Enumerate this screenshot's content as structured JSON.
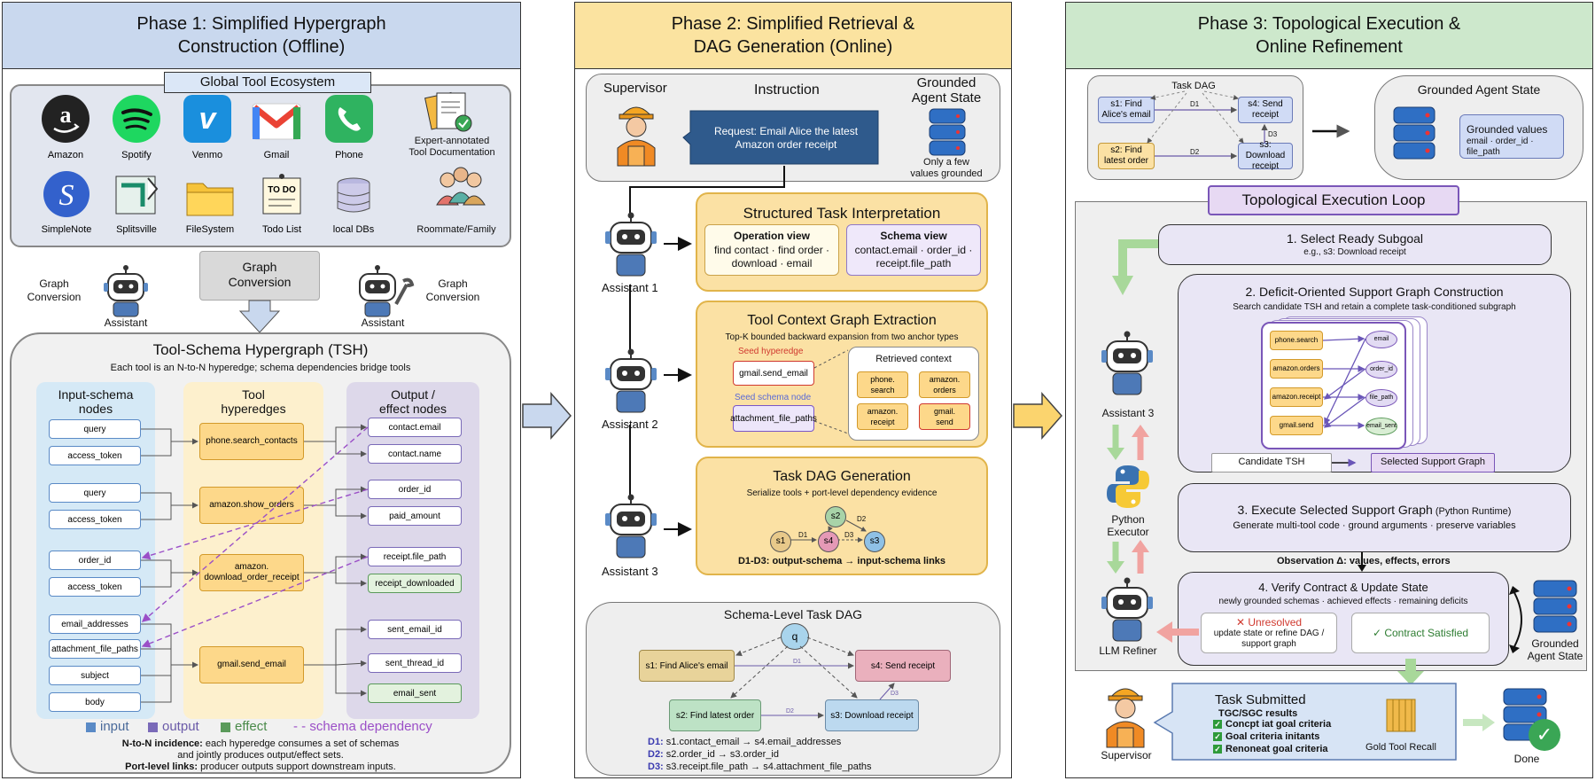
{
  "phase1": {
    "title": "Phase 1: Simplified Hypergraph\nConstruction (Offline)",
    "ecosystem_title": "Global Tool Ecosystem",
    "apps": [
      "Amazon",
      "Spotify",
      "Venmo",
      "Gmail",
      "Phone",
      "SimpleNote",
      "Splitsville",
      "FileSystem",
      "Todo List",
      "local DBs"
    ],
    "docs_label": "Expert-annotated\nTool Documentation",
    "roommate_label": "Roommate/Family",
    "graph_conversion_left": "Graph\nConversion",
    "graph_conversion_center": "Graph\nConversion",
    "graph_conversion_right": "Graph\nConversion",
    "assistant_left": "Assistant",
    "assistant_right": "Assistant",
    "todo_icon_text": "TO DO",
    "tsh_title": "Tool-Schema Hypergraph (TSH)",
    "tsh_sub": "Each tool is an N-to-N hyperedge; schema dependencies bridge tools",
    "col_input": "Input-schema\nnodes",
    "col_tool": "Tool\nhyperedges",
    "col_output": "Output /\neffect nodes",
    "inputs": [
      "query",
      "access_token",
      "query",
      "access_token",
      "order_id",
      "access_token",
      "email_addresses",
      "attachment_file_paths",
      "subject",
      "body"
    ],
    "tools": [
      "phone.search_contacts",
      "amazon.show_orders",
      "amazon.\ndownload_order_receipt",
      "gmail.send_email"
    ],
    "outputs": [
      "contact.email",
      "contact.name",
      "order_id",
      "paid_amount",
      "receipt.file_path",
      "receipt_downloaded",
      "sent_email_id",
      "sent_thread_id",
      "email_sent"
    ],
    "legend": {
      "input": "input",
      "output": "output",
      "effect": "effect",
      "schema": "- - schema dependency"
    },
    "note1_bold": "N-to-N incidence:",
    "note1": " each hyperedge consumes a set of schemas",
    "note1b": "and jointly produces output/effect sets.",
    "note2_bold": "Port-level links:",
    "note2": " producer outputs support downstream inputs."
  },
  "phase2": {
    "title": "Phase 2: Simplified Retrieval &\nDAG Generation (Online)",
    "supervisor": "Supervisor",
    "instruction": "Instruction",
    "request": "Request: Email Alice the latest\nAmazon order receipt",
    "grounded_state": "Grounded\nAgent State",
    "only_few": "Only a few\nvalues grounded",
    "assistant1": "Assistant 1",
    "assistant2": "Assistant 2",
    "assistant3": "Assistant 3",
    "sti_title": "Structured Task Interpretation",
    "op_view": "Operation view",
    "op_view_text": "find contact · find order ·\ndownload · email",
    "schema_view": "Schema view",
    "schema_view_text": "contact.email · order_id ·\nreceipt.file_path",
    "tcg_title": "Tool Context Graph Extraction",
    "tcg_sub": "Top-K bounded backward expansion from two anchor types",
    "seed_hyperedge": "Seed hyperedge",
    "seed_hyperedge_node": "gmail.send_email",
    "seed_schema": "Seed schema node",
    "seed_schema_node": "attachment_file_paths",
    "retrieved": "Retrieved context",
    "retrieved_nodes": [
      "phone.\nsearch",
      "amazon.\norders",
      "amazon.\nreceipt",
      "gmail.\nsend"
    ],
    "dag_title": "Task DAG Generation",
    "dag_sub": "Serialize tools + port-level dependency evidence",
    "dag_nodes": [
      "s2",
      "s1",
      "s4",
      "s3"
    ],
    "dag_edges": [
      "D2",
      "D1",
      "D3"
    ],
    "dag_caption": "D1-D3: output-schema → input-schema links",
    "sl_title": "Schema-Level Task DAG",
    "sl_q": "q",
    "sl_nodes": [
      "s1: Find Alice's email",
      "s4: Send receipt",
      "s2: Find latest order",
      "s3: Download receipt"
    ],
    "sl_edges": [
      "D1",
      "D2",
      "D3"
    ],
    "sl_d1_key": "D1:",
    "sl_d1": " s1.contact_email → s4.email_addresses",
    "sl_d2_key": "D2:",
    "sl_d2": " s2.order_id → s3.order_id",
    "sl_d3_key": "D3:",
    "sl_d3": " s3.receipt.file_path → s4.attachment_file_paths"
  },
  "phase3": {
    "title": "Phase 3: Topological Execution &\nOnline Refinement",
    "task_dag": "Task DAG",
    "td_nodes": [
      "s1: Find\nAlice's email",
      "s4: Send\nreceipt",
      "s2: Find\nlatest order",
      "s3: Download\nreceipt"
    ],
    "td_edges": [
      "D1",
      "D2",
      "D3"
    ],
    "gas_title": "Grounded Agent State",
    "gv_title": "Grounded values",
    "gv_text": "email · order_id ·\nfile_path",
    "loop_title": "Topological Execution Loop",
    "step1": "1. Select Ready Subgoal",
    "step1_sub": "e.g., s3: Download receipt",
    "step2": "2. Deficit-Oriented Support Graph Construction",
    "step2_sub": "Search candidate TSH and retain a complete task-conditioned subgraph",
    "sg_tools": [
      "phone.search",
      "amazon.orders",
      "amazon.receipt",
      "gmail.send"
    ],
    "sg_outs": [
      "email",
      "order_id",
      "file_path",
      "email_sent"
    ],
    "candidate_tsh": "Candidate TSH",
    "selected_sg": "Selected Support Graph",
    "assistant3": "Assistant 3",
    "python_exec": "Python\nExecutor",
    "step3": "3. Execute Selected Support Graph",
    "step3_paren": " (Python Runtime)",
    "step3_sub": "Generate multi-tool code · ground arguments · preserve variables",
    "observation": "Observation Δ: values, effects, errors",
    "step4": "4. Verify Contract & Update State",
    "step4_sub": "newly grounded schemas · achieved effects · remaining deficits",
    "unresolved": "✕ Unresolved",
    "unresolved_sub": "update state or refine DAG /\nsupport graph",
    "satisfied": "✓ Contract Satisfied",
    "llm_refiner": "LLM Refiner",
    "grounded_state": "Grounded\nAgent State",
    "supervisor": "Supervisor",
    "submitted": "Task Submitted",
    "results": "TGC/SGC results",
    "checks": [
      "Concpt iat goal criteria",
      "Goal criteria initants",
      "Renoneat goal criteria"
    ],
    "gold_recall": "Gold Tool Recall",
    "done": "Done"
  },
  "colors": {
    "phase1_head": "#c9d8ee",
    "phase2_head": "#fbe3a0",
    "phase3_head": "#cde8cc",
    "input": "#5a8ac6",
    "output": "#7a6ab8",
    "effect": "#5a9a5a",
    "schema": "#9b4fc7"
  }
}
